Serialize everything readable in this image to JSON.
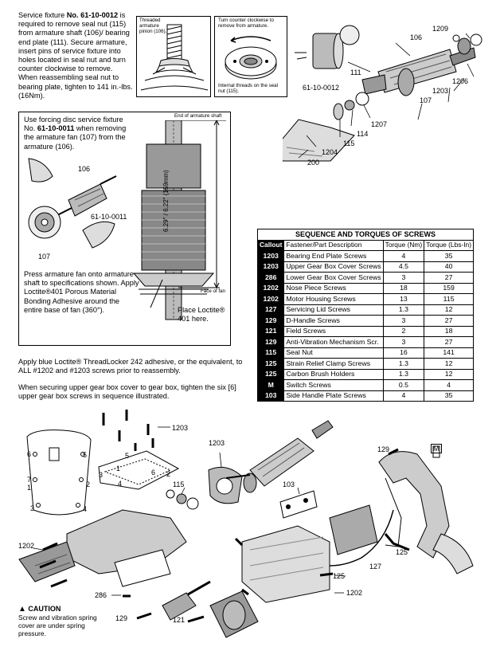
{
  "service_fixture_text": {
    "lead": "Service fixture ",
    "number": "No. 61-10-0012",
    "body": " is required to remove seal nut (115) from armature shaft (106)/ bearing end plate (111). Secure armature, insert pins of service fixture into holes located in seal nut and turn counter clockwise to remove. When reassembling seal nut to bearing plate, tighten to 141 in.-lbs. (16Nm)."
  },
  "threaded_pinion_label": "Threaded armature pinion (106).",
  "turn_ccw_label": "Turn counter clockwise to remove from armature.",
  "internal_threads_label": "Internal threads on the seal nut (115).",
  "top_callouts": {
    "c106": "106",
    "c1209": "1209",
    "c111": "111",
    "c1206": "1206",
    "c1203": "1203",
    "c107": "107",
    "c61": "61-10-0012",
    "c1207": "1207",
    "c114": "114",
    "c115": "115",
    "c1204": "1204",
    "c200": "200"
  },
  "forcing_disc_text": {
    "lead": "Use forcing disc service fixture No. ",
    "number": "61-10-0011",
    "body": " when removing the armature fan (107) from the armature (106)."
  },
  "fan_callouts": {
    "c106": "106",
    "c6110": "61-10-0011",
    "c107": "107"
  },
  "end_of_shaft": "End of armature shaft",
  "dimension": "6.29\" / 6.22\"  (159mm)",
  "face_of_fan": "Face of fan",
  "place_loctite": "Place Loctite® 401 here.",
  "press_text": "Press armature fan onto armature shaft to specifications shown. Apply Loctite®401 Porous Material Bonding Adhesive around the entire base of fan (360°).",
  "torque_table": {
    "title": "SEQUENCE AND TORQUES OF SCREWS",
    "headers": {
      "callout": "Callout",
      "desc": "Fastener/Part Description",
      "nm": "Torque (Nm)",
      "lbs": "Torque (Lbs-In)"
    },
    "rows": [
      {
        "callout": "1203",
        "desc": "Bearing End Plate Screws",
        "nm": "4",
        "lbs": "35"
      },
      {
        "callout": "1203",
        "desc": "Upper Gear Box Cover Screws",
        "nm": "4.5",
        "lbs": "40"
      },
      {
        "callout": "286",
        "desc": "Lower Gear Box Cover Screws",
        "nm": "3",
        "lbs": "27"
      },
      {
        "callout": "1202",
        "desc": "Nose Piece Screws",
        "nm": "18",
        "lbs": "159"
      },
      {
        "callout": "1202",
        "desc": "Motor Housing Screws",
        "nm": "13",
        "lbs": "115"
      },
      {
        "callout": "127",
        "desc": "Servicing Lid Screws",
        "nm": "1.3",
        "lbs": "12"
      },
      {
        "callout": "129",
        "desc": "D-Handle Screws",
        "nm": "3",
        "lbs": "27"
      },
      {
        "callout": "121",
        "desc": "Field Screws",
        "nm": "2",
        "lbs": "18"
      },
      {
        "callout": "129",
        "desc": "Anti-Vibration Mechanism Scr.",
        "nm": "3",
        "lbs": "27"
      },
      {
        "callout": "115",
        "desc": "Seal Nut",
        "nm": "16",
        "lbs": "141"
      },
      {
        "callout": "125",
        "desc": "Strain Relief Clamp Screws",
        "nm": "1.3",
        "lbs": "12"
      },
      {
        "callout": "125",
        "desc": "Carbon Brush Holders",
        "nm": "1.3",
        "lbs": "12"
      },
      {
        "callout": "M",
        "desc": "Switch Screws",
        "nm": "0.5",
        "lbs": "4"
      },
      {
        "callout": "103",
        "desc": "Side Handle Plate Screws",
        "nm": "4",
        "lbs": "35"
      }
    ]
  },
  "loctite_text": "Apply blue Loctite® ThreadLocker 242 adhesive, or the equivalent, to ALL #1202 and #1203 screws prior to reassembly.",
  "gearbox_text": "When securing upper gear box cover to gear box, tighten the six [6] upper gear box screws in sequence illustrated.",
  "bottom_callouts": {
    "c1203a": "1203",
    "c1203b": "1203",
    "c115": "115",
    "c103": "103",
    "c129a": "129",
    "cM": "M",
    "c1202a": "1202",
    "c125a": "125",
    "c127": "127",
    "c125b": "125",
    "c1202b": "1202",
    "c286": "286",
    "c129b": "129",
    "c121": "121"
  },
  "cover_numbers": [
    "6",
    "5",
    "7",
    "1",
    "3",
    "4",
    "2",
    "1",
    "2",
    "3",
    "4",
    "5",
    "6"
  ],
  "caution": {
    "title": "CAUTION",
    "body": "Screw and vibration spring cover are under spring pressure."
  }
}
